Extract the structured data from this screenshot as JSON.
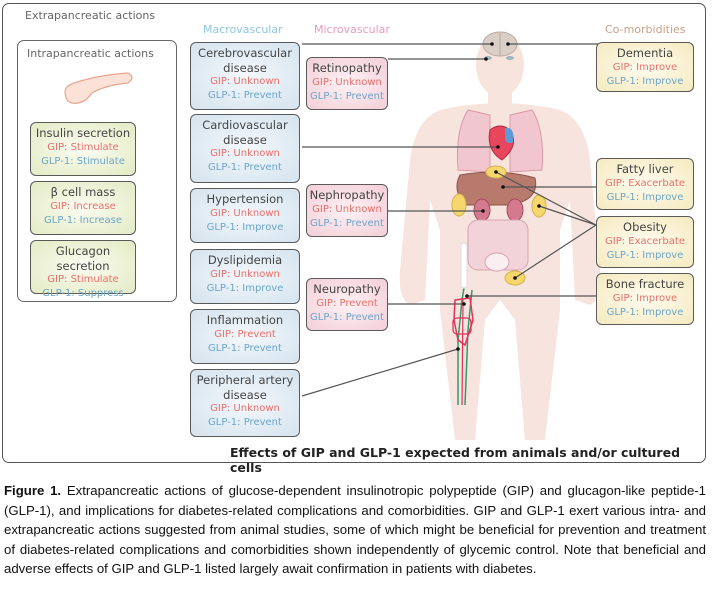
{
  "figure": {
    "outer_title": "Extrapancreatic actions",
    "intra_title": "Intrapancreatic actions",
    "footer": "Effects of GIP and GLP-1 expected from animals and/or cultured cells",
    "column_headers": {
      "macrovascular": "Macrovascular",
      "microvascular": "Microvascular",
      "comorbidities": "Co-morbidities"
    },
    "colors": {
      "gip_text": "#e8706c",
      "glp1_text": "#6aa6c9",
      "macro_header": "#8ec6e2",
      "micro_header": "#e89bbd",
      "comorb_header": "#c9a184"
    },
    "intrapancreatic": [
      {
        "title": "Insulin secretion",
        "gip": "GIP: Stimulate",
        "glp1": "GLP-1: Stimulate"
      },
      {
        "title": "β cell mass",
        "gip": "GIP: Increase",
        "glp1": "GLP-1: Increase"
      },
      {
        "title": "Glucagon secretion",
        "gip": "GIP: Stimulate",
        "glp1": "GLP-1: Suppress"
      }
    ],
    "macrovascular": [
      {
        "title": "Cerebrovascular disease",
        "gip": "GIP: Unknown",
        "glp1": "GLP-1: Prevent"
      },
      {
        "title": "Cardiovascular disease",
        "gip": "GIP: Unknown",
        "glp1": "GLP-1: Prevent"
      },
      {
        "title": "Hypertension",
        "gip": "GIP: Unknown",
        "glp1": "GLP-1: Improve"
      },
      {
        "title": "Dyslipidemia",
        "gip": "GIP: Unknown",
        "glp1": "GLP-1: Improve"
      },
      {
        "title": "Inflammation",
        "gip": "GIP: Prevent",
        "glp1": "GLP-1: Prevent"
      },
      {
        "title": "Peripheral artery disease",
        "gip": "GIP: Unknown",
        "glp1": "GLP-1: Prevent"
      }
    ],
    "microvascular": [
      {
        "title": "Retinopathy",
        "gip": "GIP: Unknown",
        "glp1": "GLP-1: Prevent"
      },
      {
        "title": "Nephropathy",
        "gip": "GIP: Unknown",
        "glp1": "GLP-1: Prevent"
      },
      {
        "title": "Neuropathy",
        "gip": "GIP: Prevent",
        "glp1": "GLP-1: Prevent"
      }
    ],
    "comorbidities": [
      {
        "title": "Dementia",
        "gip": "GIP: Improve",
        "glp1": "GLP-1: Improve"
      },
      {
        "title": "Fatty liver",
        "gip": "GIP: Exacerbate",
        "glp1": "GLP-1: Improve"
      },
      {
        "title": "Obesity",
        "gip": "GIP: Exacerbate",
        "glp1": "GLP-1: Improve"
      },
      {
        "title": "Bone fracture",
        "gip": "GIP: Improve",
        "glp1": "GLP-1: Improve"
      }
    ],
    "icons": {
      "pancreas": "pancreas-illustration",
      "body": "human-body-illustration"
    }
  },
  "caption": {
    "label": "Figure 1.",
    "text": " Extrapancreatic actions of glucose-dependent insulinotropic polypeptide (GIP) and glucagon-like peptide-1 (GLP-1), and implications for diabetes-related complications and comorbidities. GIP and GLP-1 exert various intra- and extrapancreatic actions suggested from animal studies, some of which might be beneficial for prevention and treatment of diabetes-related complications and comorbidities shown independently of glycemic control. Note that beneficial and adverse effects of GIP and GLP-1 listed largely await confirmation in patients with diabetes."
  }
}
